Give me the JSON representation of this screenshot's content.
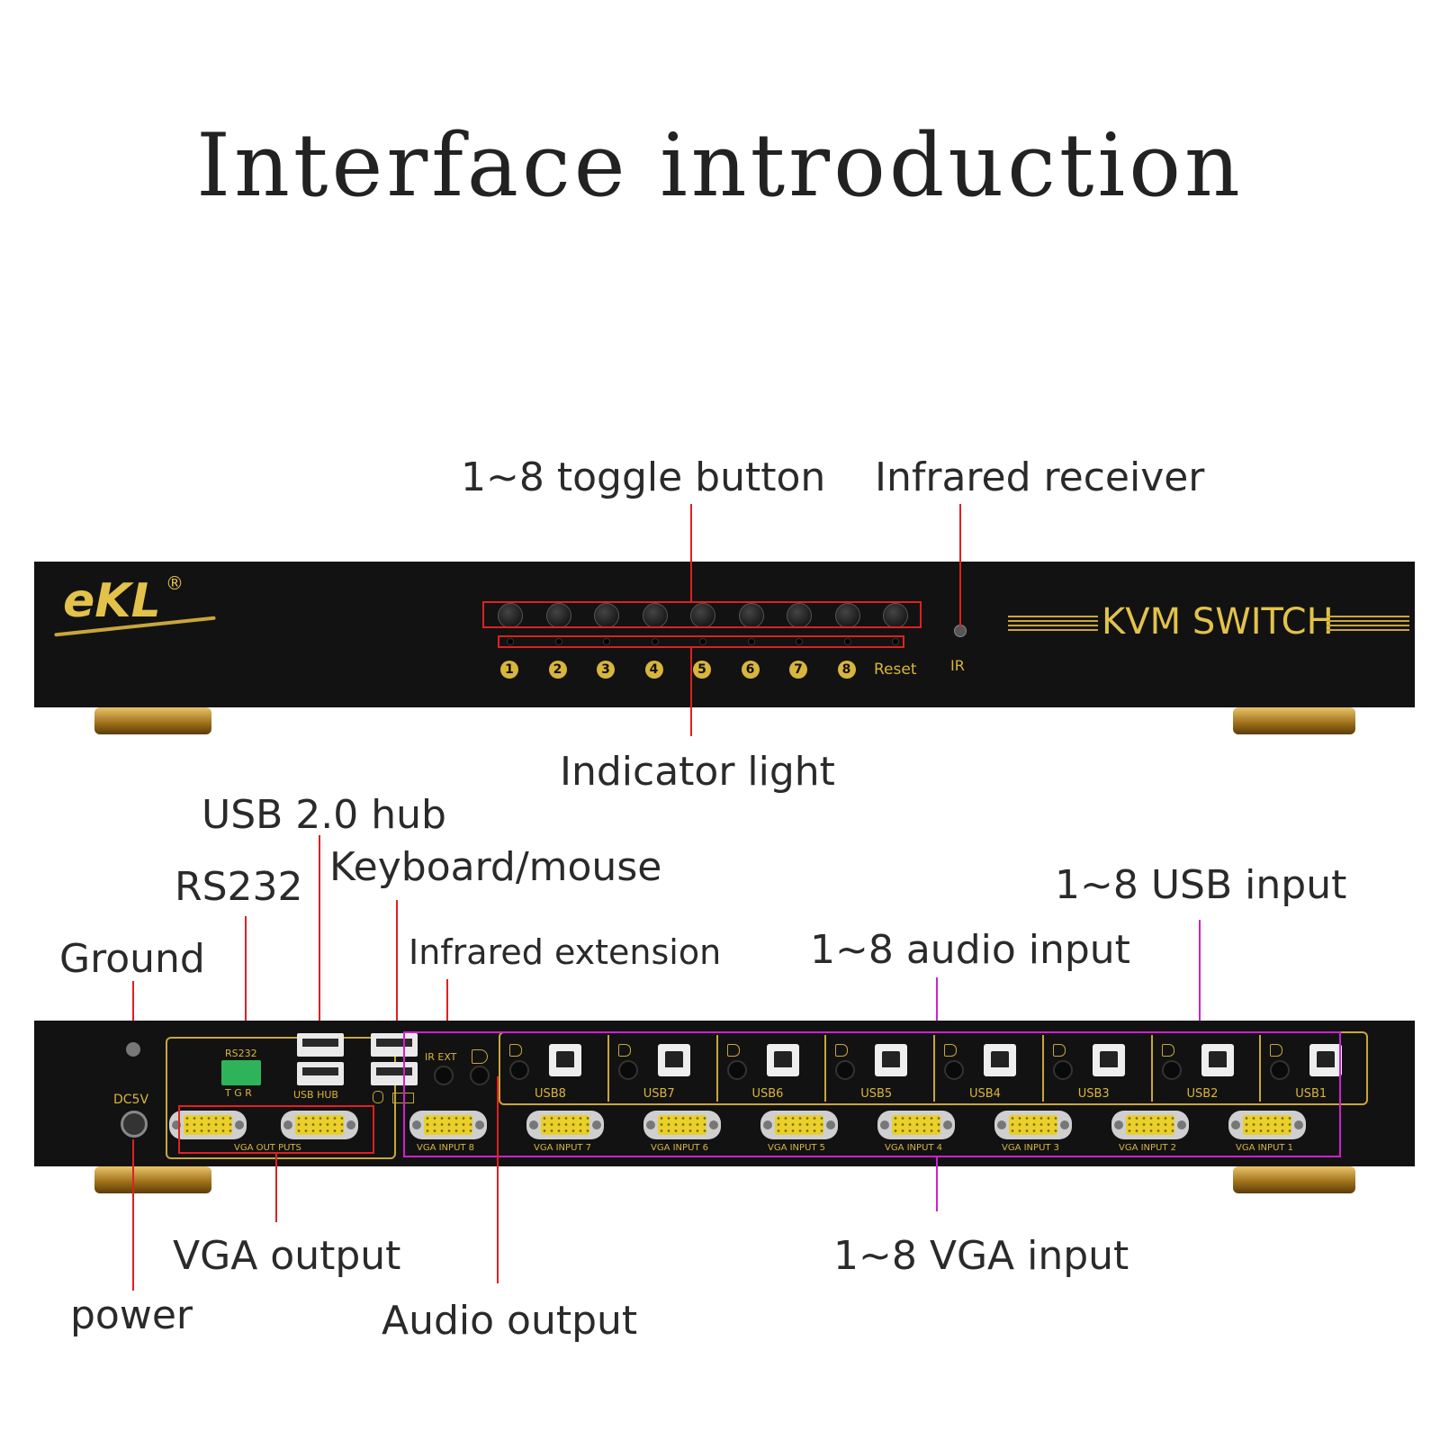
{
  "title": "Interface introduction",
  "front": {
    "brand": "eKL",
    "brand_mark": "®",
    "product": "KVM SWITCH",
    "buttons": [
      "1",
      "2",
      "3",
      "4",
      "5",
      "6",
      "7",
      "8"
    ],
    "reset_label": "Reset",
    "ir_label": "IR"
  },
  "rear": {
    "dc_label": "DC5V",
    "rs232_label": "RS232",
    "rs232_pins": "T  G  R",
    "usb_hub_label": "USB HUB",
    "ir_ext_label": "IR EXT",
    "vga_out_label": "VGA OUT PUTS",
    "usb_inputs": [
      "USB8",
      "USB7",
      "USB6",
      "USB5",
      "USB4",
      "USB3",
      "USB2",
      "USB1"
    ],
    "vga_inputs": [
      "VGA INPUT 8",
      "VGA INPUT 7",
      "VGA INPUT 6",
      "VGA INPUT 5",
      "VGA INPUT 4",
      "VGA INPUT 3",
      "VGA INPUT 2",
      "VGA INPUT 1"
    ]
  },
  "callouts": {
    "toggle": "1~8 toggle button",
    "infrared_receiver": "Infrared receiver",
    "indicator": "Indicator light",
    "usb_hub": "USB 2.0 hub",
    "keyboard_mouse": "Keyboard/mouse",
    "rs232": "RS232",
    "ground": "Ground",
    "infrared_ext": "Infrared extension",
    "audio_in": "1~8 audio input",
    "usb_in": "1~8 USB input",
    "vga_out": "VGA output",
    "vga_in": "1~8 VGA input",
    "power": "power",
    "audio_out": "Audio output"
  },
  "colors": {
    "red_callout": "#e02020",
    "magenta_callout": "#d020d0",
    "gold": "#d8b53c",
    "panel": "#121212"
  }
}
